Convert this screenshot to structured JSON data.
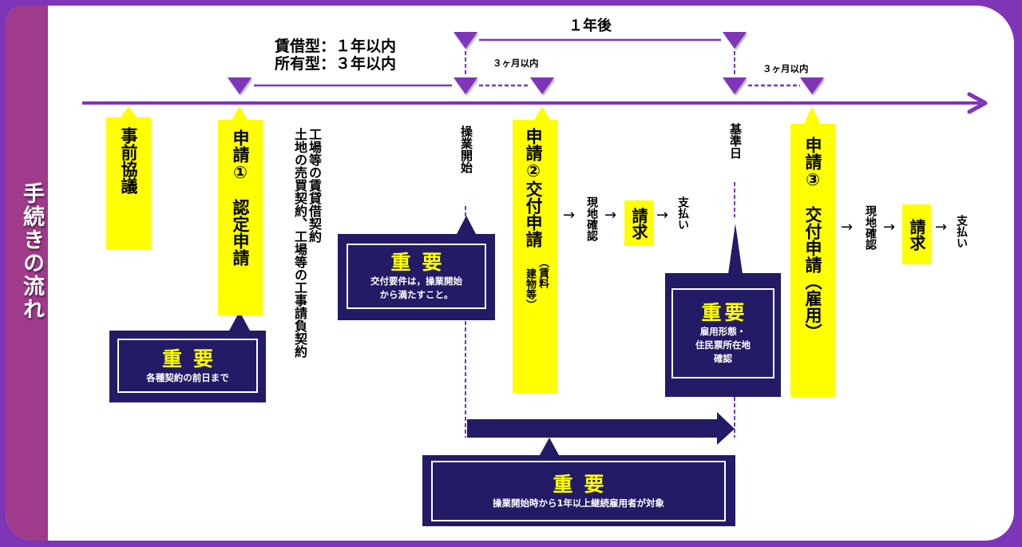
{
  "side_title": "手続きの流れ",
  "colors": {
    "frame": "#7e35b8",
    "side_panel": "#a03a8a",
    "highlight": "#ffff00",
    "callout_bg": "#231b65",
    "callout_head": "#ffff00",
    "timeline": "#7e35b8"
  },
  "top_labels": {
    "period_line1": "賃借型：１年以内",
    "period_line2": "所有型：３年以内",
    "one_year_after": "１年後",
    "within_3_months_a": "３ヶ月以内",
    "within_3_months_b": "３ヶ月以内"
  },
  "steps": {
    "pre_consultation": "事前協議",
    "application1": "申請①　認定申請",
    "contracts_note_col1": "工場等の賃貸借契約",
    "contracts_note_col2": "土地の売買契約、工場等の工事請負契約",
    "operation_start": "操業開始",
    "application2_main": "申請②交付申請",
    "application2_sub_col1": "︵賃料",
    "application2_sub_col2": "建物等︶",
    "site_check_a": "現地確認",
    "claim_a": "請求",
    "payment_a": "支払い",
    "reference_date": "基準日",
    "application3": "申請③　交付申請︵雇用︶",
    "site_check_b": "現地確認",
    "claim_b": "請求",
    "payment_b": "支払い",
    "arrow": "→"
  },
  "callouts": [
    {
      "head": "重要",
      "lines": [
        "各種契約の前日まで"
      ]
    },
    {
      "head": "重要",
      "lines": [
        "交付要件は，操業開始",
        "から満たすこと。"
      ]
    },
    {
      "head": "重要",
      "lines": [
        "雇用形態・",
        "住民票所在地",
        "確認"
      ]
    },
    {
      "head": "重要",
      "lines": [
        "操業開始時から1年以上継続雇用者が対象"
      ]
    }
  ]
}
